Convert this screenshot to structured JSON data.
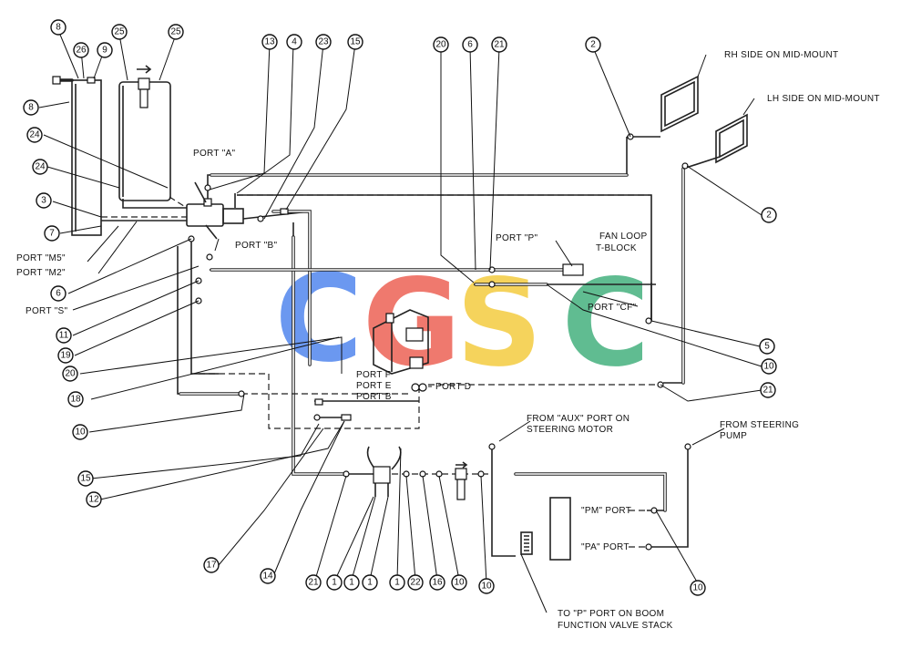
{
  "watermark": {
    "letters": [
      "C",
      "G",
      "S",
      "C"
    ],
    "colors": [
      "#5b8def",
      "#ee6b5f",
      "#f5cf4b",
      "#4fb586"
    ]
  },
  "labels": {
    "rh_side": "RH SIDE ON MID-MOUNT",
    "lh_side": "LH SIDE ON MID-MOUNT",
    "port_a": "PORT \"A\"",
    "port_b_quoted": "PORT \"B\"",
    "port_m5": "PORT \"M5\"",
    "port_m2": "PORT \"M2\"",
    "port_s": "PORT \"S\"",
    "port_p_quoted": "PORT \"P\"",
    "fan_loop_line1": "FAN LOOP",
    "fan_loop_line2": "T-BLOCK",
    "port_cf": "PORT \"CF\"",
    "port_f": "PORT F",
    "port_e": "PORT E",
    "port_b": "PORT B",
    "port_d": "PORT D",
    "from_aux_line1": "FROM \"AUX\" PORT ON",
    "from_aux_line2": "STEERING MOTOR",
    "from_steering_line1": "FROM STEERING",
    "from_steering_line2": "PUMP",
    "pm_port": "\"PM\" PORT",
    "pa_port": "\"PA\" PORT",
    "to_p_line1": "TO \"P\" PORT ON BOOM",
    "to_p_line2": "FUNCTION VALVE STACK"
  },
  "callouts": [
    "8",
    "26",
    "9",
    "25",
    "25",
    "8",
    "24",
    "24",
    "3",
    "7",
    "6",
    "11",
    "19",
    "20",
    "18",
    "10",
    "15",
    "12",
    "17",
    "14",
    "21",
    "1",
    "1",
    "1",
    "1",
    "22",
    "16",
    "10",
    "10",
    "13",
    "4",
    "23",
    "15",
    "20",
    "6",
    "21",
    "2",
    "2",
    "5",
    "10",
    "21",
    "10"
  ]
}
